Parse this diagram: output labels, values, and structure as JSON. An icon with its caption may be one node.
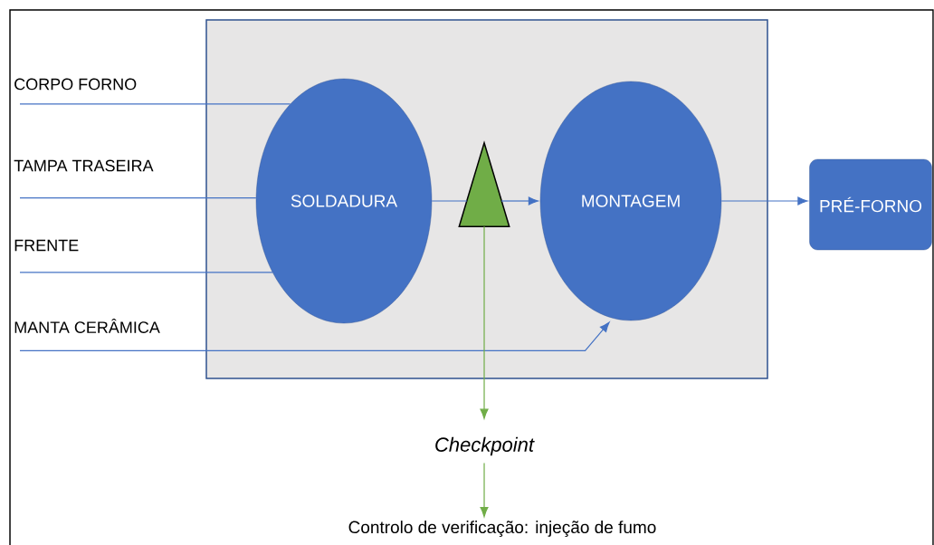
{
  "diagram": {
    "nodes": [
      {
        "text": [],
        "shape": "box"
      },
      {
        "text": [
          "SOLDADURA"
        ],
        "in": 0
      },
      {
        "text": [],
        "shape": "triangle",
        "in": 0
      },
      {
        "text": [
          "MONTAGEM"
        ],
        "in": 0
      },
      {
        "text": [
          "PRÉ-FORNO"
        ]
      },
      {
        "text": [
          "CORPO FORNO"
        ]
      },
      {
        "text": [
          "TAMPA TRASEIRA"
        ]
      },
      {
        "text": [
          "FRENTE"
        ]
      },
      {
        "text": [
          "MANTA CERÂMICA"
        ]
      },
      {
        "text": [
          "Checkpoint"
        ]
      },
      {
        "text": [
          "Controlo de verificação: injeção de fumo"
        ]
      }
    ],
    "edges": [
      {
        "from": 5,
        "to": 1,
        "arrow": "none"
      },
      {
        "from": 6,
        "to": 1,
        "arrow": "none"
      },
      {
        "from": 7,
        "to": 1,
        "arrow": "none"
      },
      {
        "from": 8,
        "to": 3,
        "arrow": "to"
      },
      {
        "from": 1,
        "to": 2,
        "arrow": "none"
      },
      {
        "from": 2,
        "to": 3,
        "arrow": "to"
      },
      {
        "from": 3,
        "to": 4,
        "arrow": "to"
      },
      {
        "from": 2,
        "to": 9,
        "arrow": "to",
        "color": "#70ad47"
      },
      {
        "from": 9,
        "to": 10,
        "arrow": "to",
        "color": "#70ad47"
      }
    ]
  }
}
